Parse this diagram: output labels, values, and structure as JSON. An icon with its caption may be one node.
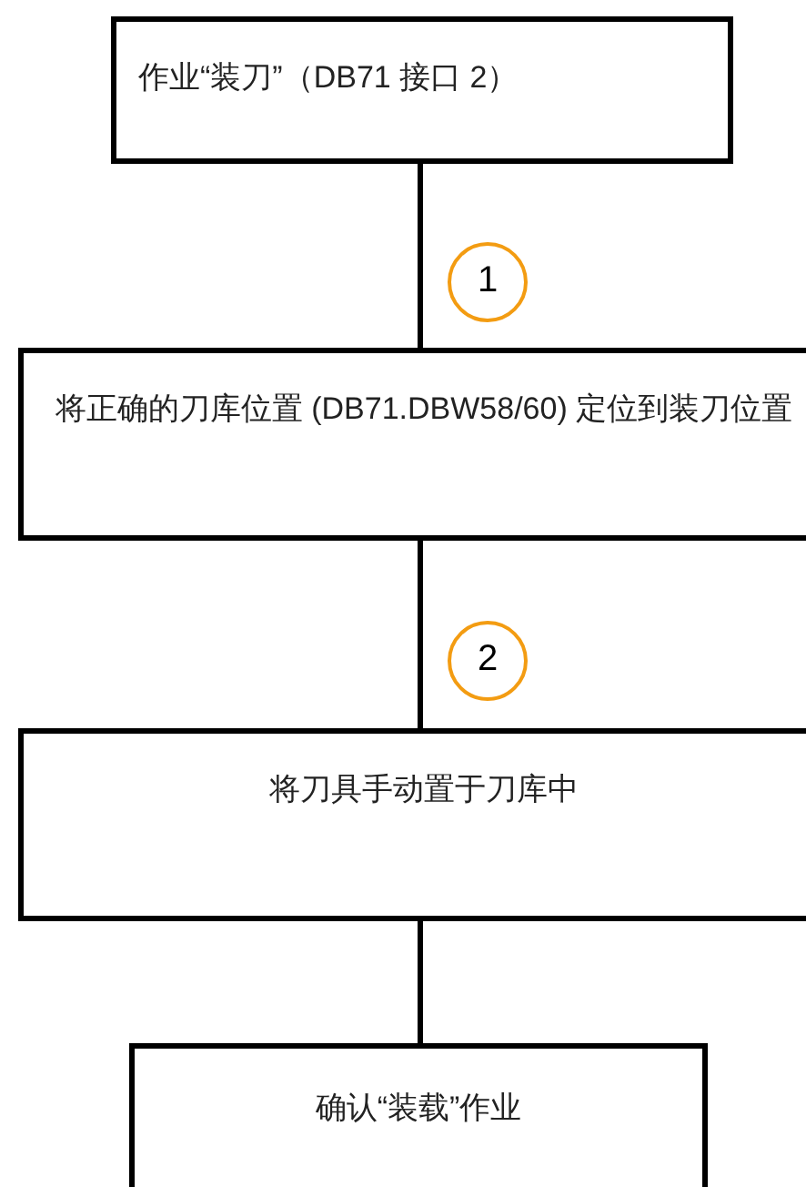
{
  "diagram": {
    "nodes": [
      {
        "text": [
          "作业“装刀”（DB71 接口 2）"
        ]
      },
      {
        "text": [
          "将正确的刀库位置 (DB71.DBW58/60) 定位到装刀位置"
        ]
      },
      {
        "text": [
          "将刀具手动置于刀库中"
        ]
      },
      {
        "text": [
          "确认“装载”作业"
        ]
      }
    ],
    "edges": [
      {
        "from": 0,
        "to": 1,
        "arrow": "none",
        "label": "1"
      },
      {
        "from": 1,
        "to": 2,
        "arrow": "none",
        "label": "2"
      },
      {
        "from": 2,
        "to": 3,
        "arrow": "none"
      }
    ]
  }
}
